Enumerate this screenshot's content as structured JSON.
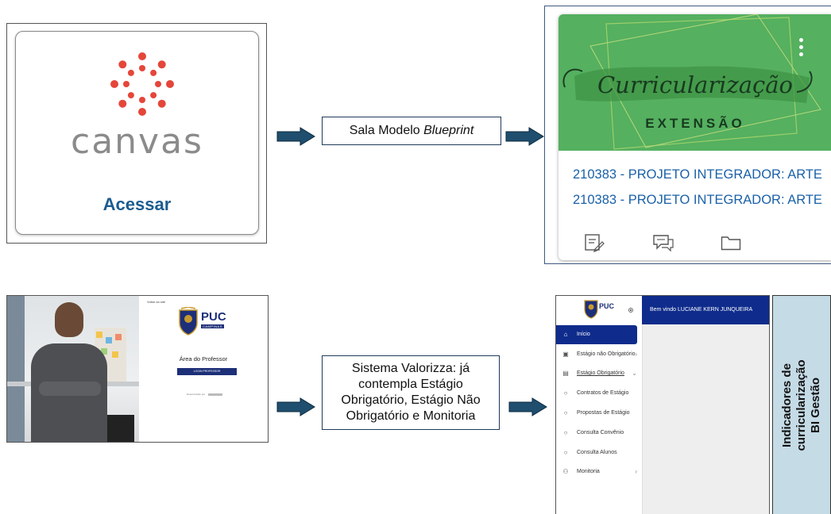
{
  "canvas": {
    "wordmark": "canvas",
    "access_label": "Acessar",
    "colors": {
      "logo": "#e5463a",
      "wordmark": "#8b8b8b",
      "access": "#1b5c90"
    }
  },
  "step_top": {
    "text": "Sala Modelo ",
    "emphasis": "Blueprint"
  },
  "course_card": {
    "banner_title": "Curricularização",
    "banner_subtitle": "EXTENSÃO",
    "links": [
      "210383 - PROJETO INTEGRADOR: ARTE",
      "210383 - PROJETO INTEGRADOR: ARTE"
    ],
    "icons": [
      "assignments-icon",
      "discussions-icon",
      "files-icon"
    ],
    "colors": {
      "banner": "#55b060",
      "link": "#1a61a8"
    }
  },
  "puc_login": {
    "back_link": "Voltar ao site",
    "logo_text": "PUC",
    "logo_subtext": "CAMPINAS",
    "heading": "Área do Professor",
    "login_button": "LOGIN PROFESSOR",
    "footer": "Desenvolvido por"
  },
  "step_bottom": {
    "text": "Sistema Valorizza: já contempla Estágio Obrigatório, Estágio Não Obrigatório e Monitoria"
  },
  "valorizza": {
    "logo_text": "PUC",
    "welcome": "Bem vindo LUCIANE KERN JUNQUEIRA",
    "menu": [
      {
        "label": "Início",
        "icon": "home-icon",
        "active": true,
        "chevron": ""
      },
      {
        "label": "Estágio não Obrigatório",
        "icon": "badge-icon",
        "active": false,
        "chevron": "›"
      },
      {
        "label": "Estágio Obrigatório",
        "icon": "document-icon",
        "active": false,
        "chevron": "⌄"
      },
      {
        "label": "Contratos de Estágio",
        "icon": "circle-icon",
        "active": false,
        "chevron": ""
      },
      {
        "label": "Propostas de Estágio",
        "icon": "circle-icon",
        "active": false,
        "chevron": ""
      },
      {
        "label": "Consulta Convênio",
        "icon": "circle-icon",
        "active": false,
        "chevron": ""
      },
      {
        "label": "Consulta Alunos",
        "icon": "circle-icon",
        "active": false,
        "chevron": ""
      },
      {
        "label": "Monitoria",
        "icon": "people-icon",
        "active": false,
        "chevron": "›"
      }
    ],
    "colors": {
      "primary": "#0f2c8c"
    }
  },
  "bi_box": {
    "line1": "Indicadores de",
    "line2": "curricularização",
    "line3": "BI Gestão",
    "color": "#c5dbe6"
  },
  "arrow_color": "#1f4e6e"
}
